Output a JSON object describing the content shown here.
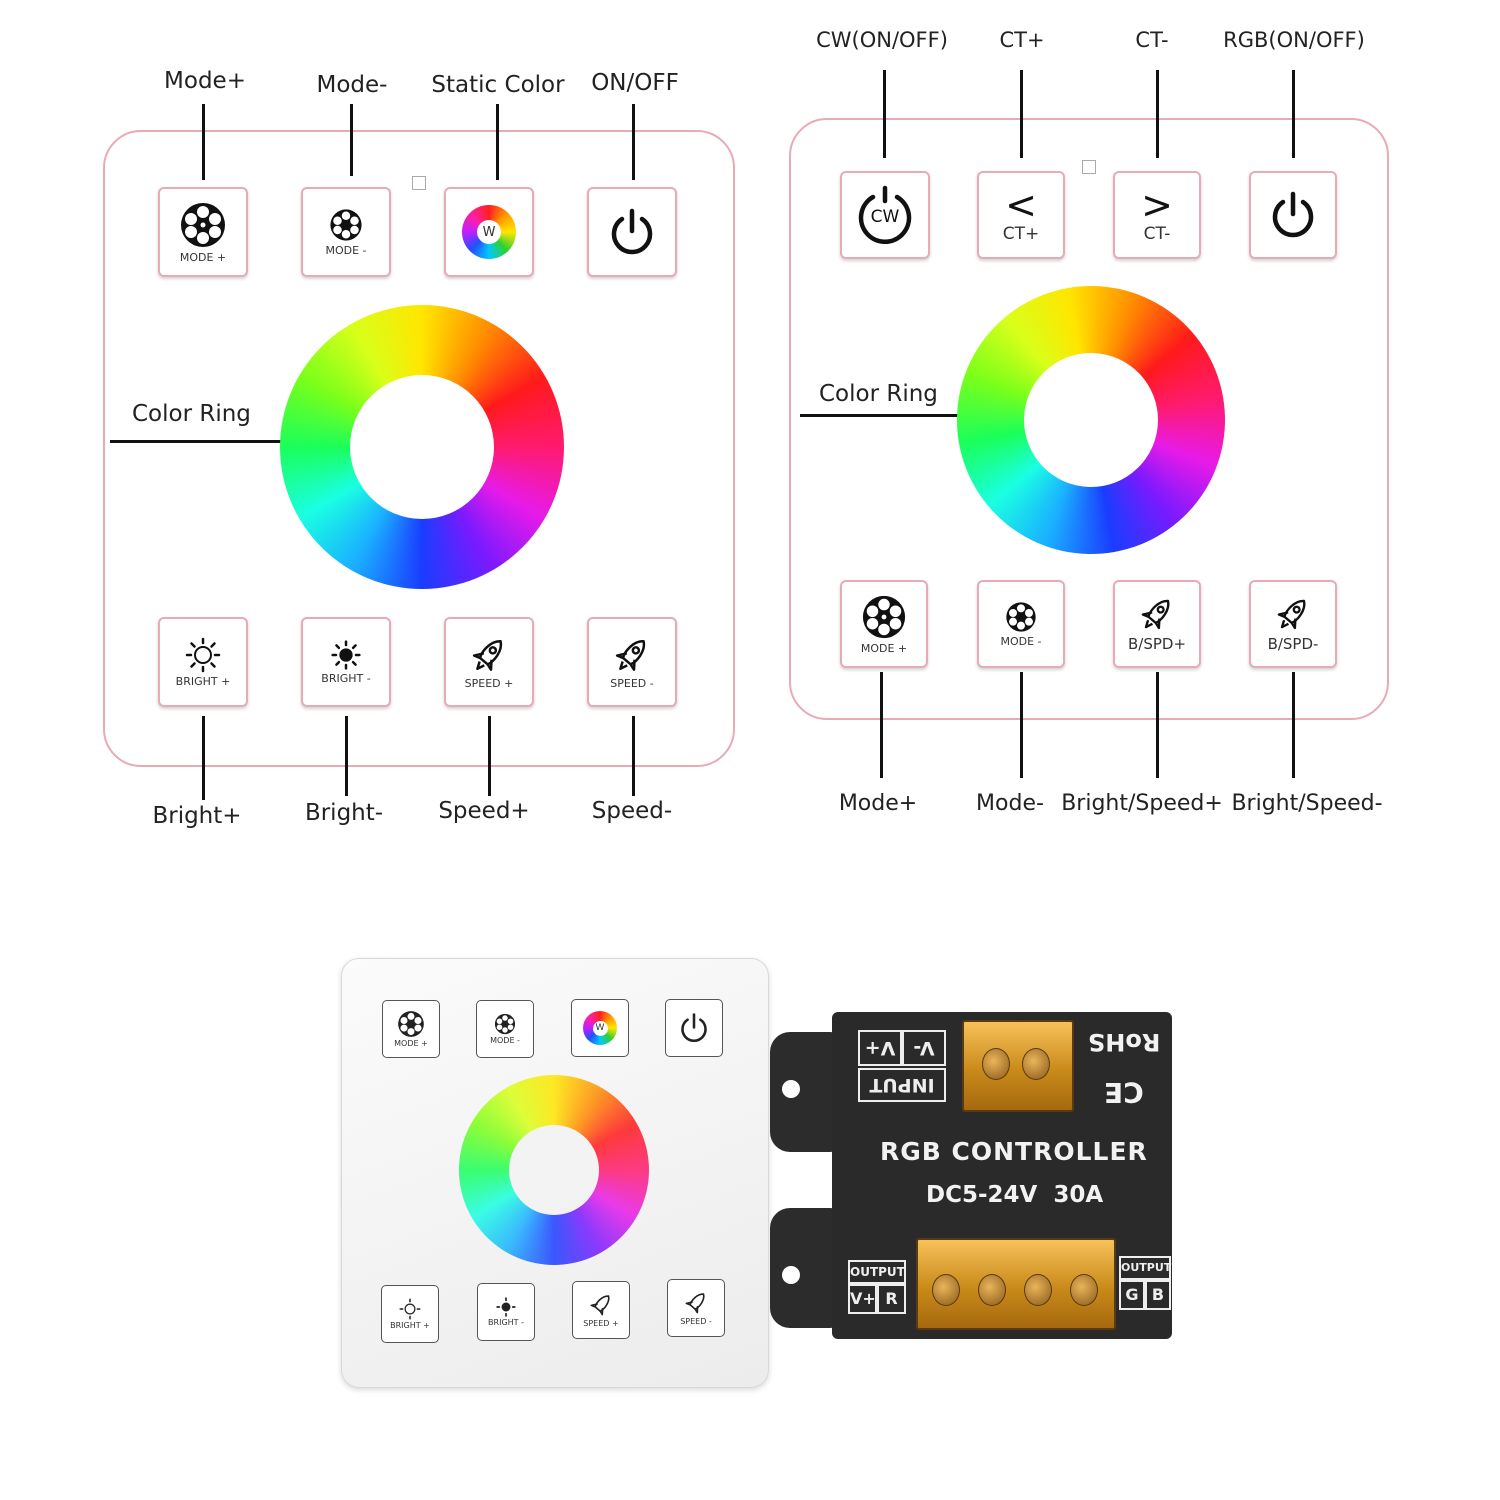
{
  "left_diagram": {
    "top_callouts": [
      "Mode+",
      "Mode-",
      "Static Color",
      "ON/OFF"
    ],
    "bottom_callouts": [
      "Bright+",
      "Bright-",
      "Speed+",
      "Speed-"
    ],
    "ring_label": "Color Ring",
    "top_buttons": [
      {
        "label": "MODE +",
        "icon": "film-reel-icon"
      },
      {
        "label": "MODE -",
        "icon": "film-reel-small-icon"
      },
      {
        "label": "W",
        "icon": "color-wheel-icon"
      },
      {
        "label": "",
        "icon": "power-icon"
      }
    ],
    "bottom_buttons": [
      {
        "label": "BRIGHT +",
        "icon": "sun-outline-icon"
      },
      {
        "label": "BRIGHT -",
        "icon": "sun-filled-icon"
      },
      {
        "label": "SPEED +",
        "icon": "rocket-icon"
      },
      {
        "label": "SPEED -",
        "icon": "rocket-icon"
      }
    ]
  },
  "right_diagram": {
    "top_callouts": [
      "CW(ON/OFF)",
      "CT+",
      "CT-",
      "RGB(ON/OFF)"
    ],
    "bottom_callouts": [
      "Mode+",
      "Mode-",
      "Bright/Speed+",
      "Bright/Speed-"
    ],
    "ring_label": "Color Ring",
    "top_buttons": [
      {
        "label": "CW",
        "icon": "power-cw-icon"
      },
      {
        "label": "CT+",
        "glyph": "<"
      },
      {
        "label": "CT-",
        "glyph": ">"
      },
      {
        "label": "",
        "icon": "power-icon"
      }
    ],
    "bottom_buttons": [
      {
        "label": "MODE +",
        "icon": "film-reel-icon"
      },
      {
        "label": "MODE -",
        "icon": "film-reel-small-icon"
      },
      {
        "label": "B/SPD+",
        "icon": "rocket-icon"
      },
      {
        "label": "B/SPD-",
        "icon": "rocket-icon"
      }
    ]
  },
  "photo_panel": {
    "top_buttons": [
      "MODE +",
      "MODE -",
      "W",
      ""
    ],
    "bottom_buttons": [
      "BRIGHT +",
      "BRIGHT -",
      "SPEED +",
      "SPEED -"
    ]
  },
  "controller": {
    "title": "RGB CONTROLLER",
    "rating": "DC5-24V  30A",
    "input_label": "INPUT",
    "input_vminus": "V-",
    "input_vplus": "V+",
    "rohs": "RoHS",
    "ce": "CE",
    "output_left_title": "OUTPUT",
    "output_left_a": "V+",
    "output_left_b": "R",
    "output_right_title": "OUTPUT",
    "output_right_a": "G",
    "output_right_b": "B"
  },
  "colors": {
    "panel_border": "#e8aab6",
    "controller_body": "#2a2a2a",
    "terminal": "#e0a030"
  }
}
